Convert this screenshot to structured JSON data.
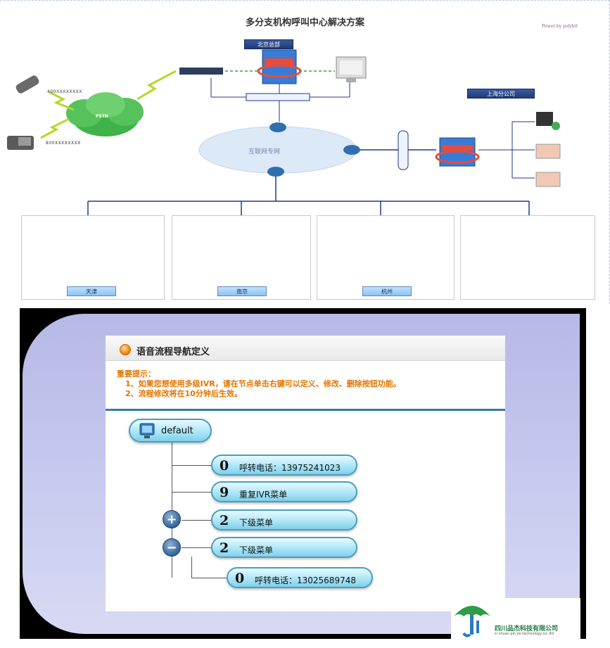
{
  "diagram": {
    "title": "多分支机构呼叫中心解决方案",
    "powered_by": "Power by polybit",
    "hq_tag": "北京总部",
    "shanghai_tag": "上海分公司",
    "pstn": "PSTN",
    "internet": "互联网专网",
    "number_400": "400XXXXXXXX",
    "number_800": "800XXXXXXXX",
    "branches": [
      {
        "name": "天津"
      },
      {
        "name": "南京"
      },
      {
        "name": "杭州"
      },
      {
        "name": ""
      }
    ]
  },
  "slide": {
    "title": "语音流程导航定义",
    "notice_heading": "重要提示：",
    "notice_lines": [
      "1、如果您想使用多级IVR，请在节点单击右键可以定义、修改、删除按钮功能。",
      "2、流程修改将在10分钟后生效。"
    ],
    "root": "default",
    "nodes": [
      {
        "key": "0",
        "label": "呼转电话：13975241023"
      },
      {
        "key": "9",
        "label": "重复IVR菜单"
      },
      {
        "key": "2",
        "label": "下级菜单",
        "toggle": "+"
      },
      {
        "key": "2",
        "label": "下级菜单",
        "toggle": "−"
      },
      {
        "key": "0",
        "label": "呼转电话：13025689748"
      }
    ],
    "company": "四川品杰科技有限公司",
    "company_en": "si chuan pin jie technology co.,ltd"
  },
  "colors": {
    "notice": "#e37400",
    "pill_border": "#4a9ebf",
    "slide_bg": "#b7b9e6",
    "logo_green": "#1b7a3a"
  }
}
